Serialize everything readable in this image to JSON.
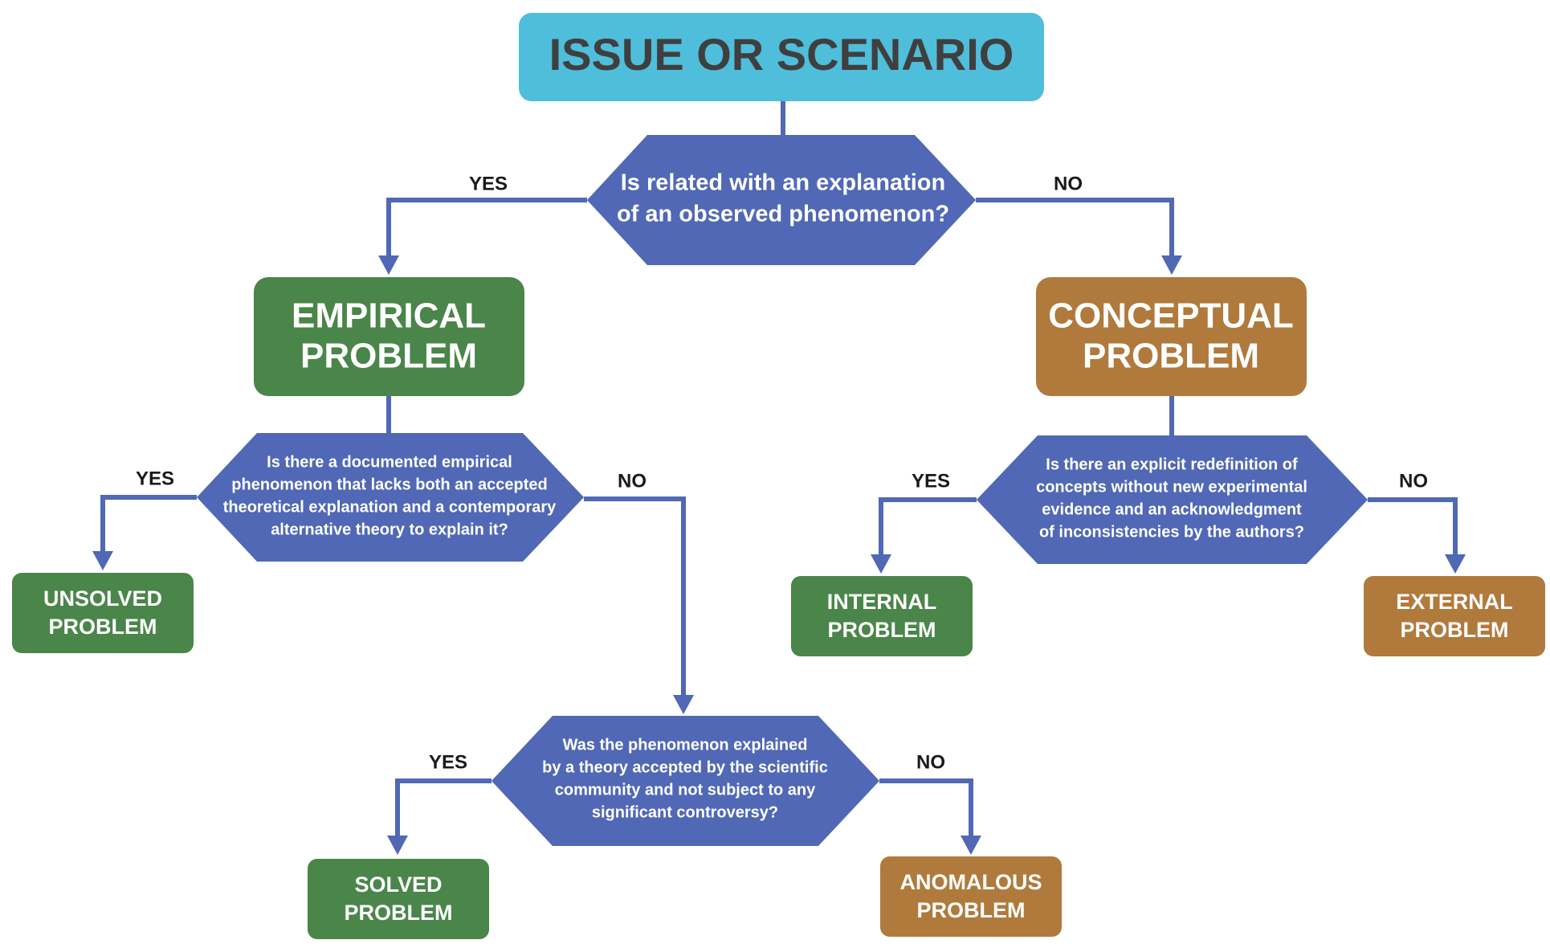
{
  "root": {
    "label": "ISSUE OR SCENARIO",
    "color": "#4FBEDA"
  },
  "questions": {
    "q1": [
      "Is related with an explanation",
      "of an observed phenomenon?"
    ],
    "q2": [
      "Is there a documented empirical",
      "phenomenon that lacks both an accepted",
      "theoretical explanation and a contemporary",
      "alternative theory to explain it?"
    ],
    "q3": [
      "Is there an explicit redefinition of",
      "concepts without new experimental",
      "evidence and an acknowledgment",
      "of inconsistencies by the authors?"
    ],
    "q4": [
      "Was the phenomenon explained",
      "by a theory accepted by the scientific",
      "community and not subject to any",
      "significant controversy?"
    ]
  },
  "outcomes": {
    "empirical": [
      "EMPIRICAL",
      "PROBLEM"
    ],
    "conceptual": [
      "CONCEPTUAL",
      "PROBLEM"
    ],
    "unsolved": [
      "UNSOLVED",
      "PROBLEM"
    ],
    "internal": [
      "INTERNAL",
      "PROBLEM"
    ],
    "external": [
      "EXTERNAL",
      "PROBLEM"
    ],
    "solved": [
      "SOLVED",
      "PROBLEM"
    ],
    "anomalous": [
      "ANOMALOUS",
      "PROBLEM"
    ]
  },
  "edge_labels": {
    "yes": "YES",
    "no": "NO"
  },
  "colors": {
    "question": "#5068B5",
    "green": "#4A8549",
    "brown": "#B07A3C",
    "connector": "#5068B5"
  }
}
